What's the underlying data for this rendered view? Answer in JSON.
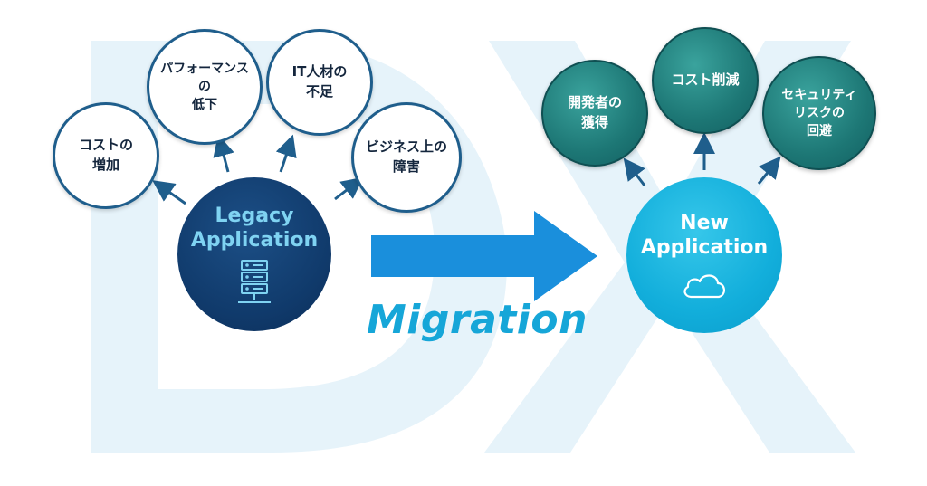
{
  "background_letters": [
    "D",
    "X"
  ],
  "legacy": {
    "title": "Legacy\nApplication",
    "icon": "server-icon"
  },
  "new_app": {
    "title": "New\nApplication",
    "icon": "cloud-icon"
  },
  "migration_label": "Migration",
  "problems": [
    {
      "label": "コストの\n増加"
    },
    {
      "label": "パフォーマンス\nの\n低下"
    },
    {
      "label": "IT人材の\n不足"
    },
    {
      "label": "ビジネス上の\n障害"
    }
  ],
  "benefits": [
    {
      "label": "開発者の\n獲得"
    },
    {
      "label": "コスト削減"
    },
    {
      "label": "セキュリティ\nリスクの\n回避"
    }
  ],
  "colors": {
    "legacy_hub": "#103a6b",
    "new_hub": "#12aedb",
    "problem_border": "#1f5e8c",
    "benefit_fill": "#1d7775",
    "migration_arrow": "#1a8fdc",
    "background_letter": "#e6f3fa"
  }
}
